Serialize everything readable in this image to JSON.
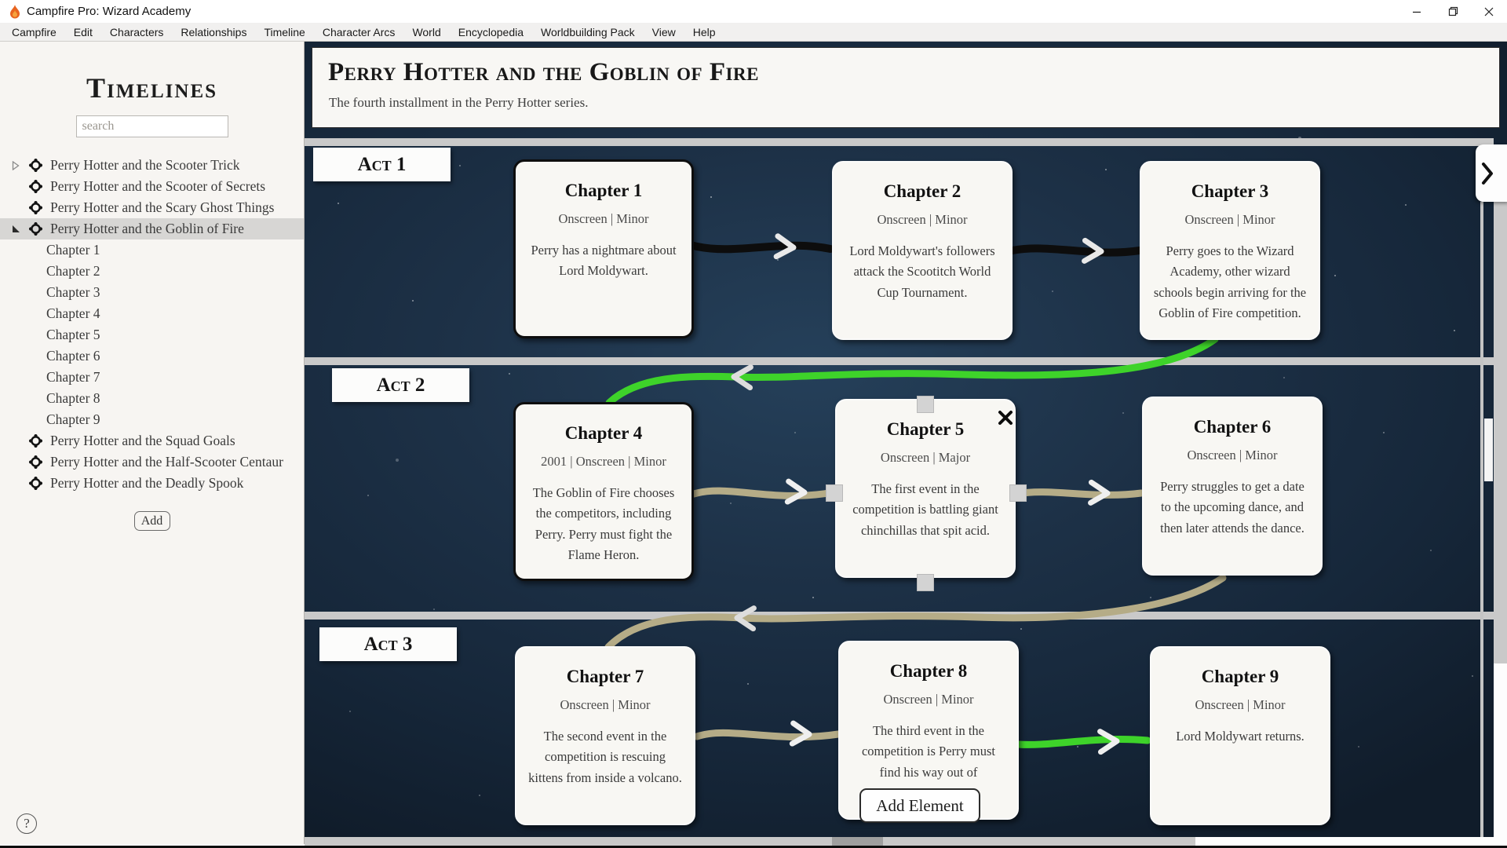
{
  "window": {
    "title": "Campfire Pro: Wizard Academy"
  },
  "menu": {
    "items": [
      "Campfire",
      "Edit",
      "Characters",
      "Relationships",
      "Timeline",
      "Character Arcs",
      "World",
      "Encyclopedia",
      "Worldbuilding Pack",
      "View",
      "Help"
    ]
  },
  "sidebar": {
    "title": "Timelines",
    "search_placeholder": "search",
    "add_label": "Add",
    "help_glyph": "?",
    "items": [
      {
        "label": "Perry Hotter and the Scooter Trick",
        "expanded": false,
        "selected": false
      },
      {
        "label": "Perry Hotter and the Scooter of Secrets",
        "selected": false
      },
      {
        "label": "Perry Hotter and the Scary Ghost Things",
        "selected": false
      },
      {
        "label": "Perry Hotter and the Goblin of Fire",
        "expanded": true,
        "selected": true,
        "children": [
          "Chapter 1",
          "Chapter 2",
          "Chapter 3",
          "Chapter 4",
          "Chapter 5",
          "Chapter 6",
          "Chapter 7",
          "Chapter 8",
          "Chapter 9"
        ]
      },
      {
        "label": "Perry Hotter and the Squad Goals",
        "selected": false
      },
      {
        "label": "Perry Hotter and the Half-Scooter Centaur",
        "selected": false
      },
      {
        "label": "Perry Hotter and the Deadly Spook",
        "selected": false
      }
    ]
  },
  "header": {
    "title": "Perry Hotter and the Goblin of Fire",
    "subtitle": "The fourth installment in the Perry Hotter series."
  },
  "timeline": {
    "acts": [
      {
        "label": "Act 1",
        "events": [
          {
            "title": "Chapter 1",
            "meta": "Onscreen | Minor",
            "description": "Perry has a nightmare about Lord Moldywart.",
            "bordered": true
          },
          {
            "title": "Chapter 2",
            "meta": "Onscreen | Minor",
            "description": "Lord Moldywart's followers attack the Scootitch World Cup Tournament.",
            "bordered": false
          },
          {
            "title": "Chapter 3",
            "meta": "Onscreen | Minor",
            "description": "Perry goes to the Wizard Academy, other wizard schools begin arriving for the Goblin of Fire competition.",
            "bordered": false
          }
        ]
      },
      {
        "label": "Act 2",
        "events": [
          {
            "title": "Chapter 4",
            "meta": "2001 | Onscreen | Minor",
            "description": "The Goblin of Fire chooses the competitors, including Perry. Perry must fight the Flame Heron.",
            "bordered": true
          },
          {
            "title": "Chapter 5",
            "meta": "Onscreen | Major",
            "description": "The first event in the competition is battling giant chinchillas that spit acid.",
            "bordered": false,
            "selected": true
          },
          {
            "title": "Chapter 6",
            "meta": "Onscreen | Minor",
            "description": "Perry struggles to get a date to the upcoming dance, and then later attends the dance.",
            "bordered": false
          }
        ]
      },
      {
        "label": "Act 3",
        "events": [
          {
            "title": "Chapter 7",
            "meta": "Onscreen | Minor",
            "description": "The second event in the competition is rescuing kittens from inside a volcano.",
            "bordered": false
          },
          {
            "title": "Chapter 8",
            "meta": "Onscreen | Minor",
            "description": "The third event in the competition is Perry must find his way out of",
            "bordered": false
          },
          {
            "title": "Chapter 9",
            "meta": "Onscreen | Minor",
            "description": "Lord Moldywart returns.",
            "bordered": false
          }
        ]
      }
    ],
    "add_element_label": "Add Element",
    "colors": {
      "connector_black": "#0d0d0d",
      "connector_tan": "#b5ac87",
      "connector_green": "#3ed32a",
      "night_sky": "#1d3147",
      "selection_gray": "#d7d6d4"
    },
    "icons": {
      "collapse_panel": "chevron-right-icon",
      "event_close": "x-icon",
      "tree_item": "gear-icon",
      "tree_collapsed": "triangle-right-icon",
      "tree_expanded": "triangle-expanded-icon",
      "app_logo": "flame-icon"
    }
  }
}
